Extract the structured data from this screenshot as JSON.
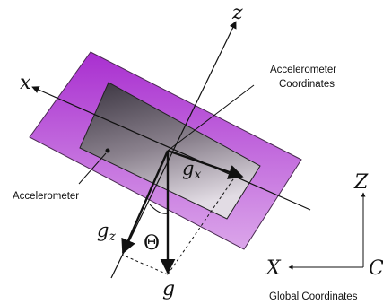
{
  "axes": {
    "x": "x",
    "z": "z",
    "global_z": "Z",
    "global_x": "X",
    "global_c": "C"
  },
  "labels": {
    "accel_coords_line1": "Accelerometer",
    "accel_coords_line2": "Coordinates",
    "accelerometer": "Accelerometer",
    "global_coords": "Global Coordinates"
  },
  "vectors": {
    "g": "g",
    "gz_base": "g",
    "gz_sub": "z",
    "gx_base": "g",
    "gx_sub": "x",
    "theta": "Θ"
  },
  "colors": {
    "outer_plate": "#b23fd4",
    "inner_plate_top": "#3c3440",
    "inner_plate_bottom": "#d9d2dc",
    "line": "#111111"
  }
}
